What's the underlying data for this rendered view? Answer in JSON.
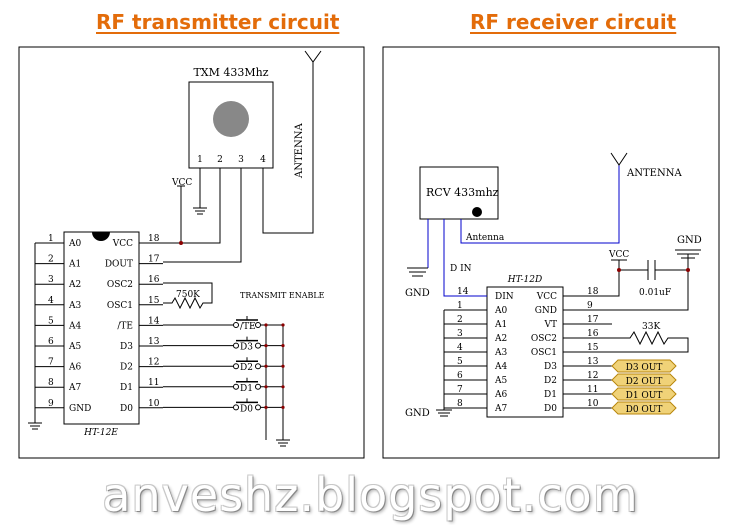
{
  "titles": {
    "transmitter": "RF transmitter circuit",
    "receiver": "RF receiver circuit"
  },
  "watermark": "anveshz.blogspot.com",
  "transmitter": {
    "module_label": "TXM 433Mhz",
    "module_pins": [
      "1",
      "2",
      "3",
      "4"
    ],
    "antenna_label": "ANTENNA",
    "vcc_label": "VCC",
    "ic_label": "HT-12E",
    "left_pins": [
      {
        "num": "1",
        "name": "A0"
      },
      {
        "num": "2",
        "name": "A1"
      },
      {
        "num": "3",
        "name": "A2"
      },
      {
        "num": "4",
        "name": "A3"
      },
      {
        "num": "5",
        "name": "A4"
      },
      {
        "num": "6",
        "name": "A5"
      },
      {
        "num": "7",
        "name": "A6"
      },
      {
        "num": "8",
        "name": "A7"
      },
      {
        "num": "9",
        "name": "GND"
      }
    ],
    "right_pins": [
      {
        "num": "18",
        "name": "VCC"
      },
      {
        "num": "17",
        "name": "DOUT"
      },
      {
        "num": "16",
        "name": "OSC2"
      },
      {
        "num": "15",
        "name": "OSC1"
      },
      {
        "num": "14",
        "name": "/TE"
      },
      {
        "num": "13",
        "name": "D3"
      },
      {
        "num": "12",
        "name": "D2"
      },
      {
        "num": "11",
        "name": "D1"
      },
      {
        "num": "10",
        "name": "D0"
      }
    ],
    "resistor_label": "750K",
    "transmit_enable_label": "TRANSMIT ENABLE",
    "switch_labels": [
      "/TE",
      "D3",
      "D2",
      "D1",
      "D0"
    ]
  },
  "receiver": {
    "module_label": "RCV 433mhz",
    "antenna_wire_label": "Antenna",
    "antenna_label": "ANTENNA",
    "gnd_label_left": "GND",
    "din_label": "D IN",
    "vcc_label": "VCC",
    "gnd_label_right": "GND",
    "capacitor_label": "0.01uF",
    "ic_label": "HT-12D",
    "left_pins": [
      {
        "num": "14",
        "name": "DIN"
      },
      {
        "num": "1",
        "name": "A0"
      },
      {
        "num": "2",
        "name": "A1"
      },
      {
        "num": "3",
        "name": "A2"
      },
      {
        "num": "4",
        "name": "A3"
      },
      {
        "num": "5",
        "name": "A4"
      },
      {
        "num": "6",
        "name": "A5"
      },
      {
        "num": "7",
        "name": "A6"
      },
      {
        "num": "8",
        "name": "A7"
      }
    ],
    "right_pins": [
      {
        "num": "18",
        "name": "VCC"
      },
      {
        "num": "9",
        "name": "GND"
      },
      {
        "num": "17",
        "name": "VT"
      },
      {
        "num": "16",
        "name": "OSC2"
      },
      {
        "num": "15",
        "name": "OSC1"
      },
      {
        "num": "13",
        "name": "D3"
      },
      {
        "num": "12",
        "name": "D2"
      },
      {
        "num": "11",
        "name": "D1"
      },
      {
        "num": "10",
        "name": "D0"
      }
    ],
    "resistor_label": "33K",
    "outputs": [
      "D3 OUT",
      "D2 OUT",
      "D1 OUT",
      "D0 OUT"
    ],
    "gnd_label_bottom": "GND"
  },
  "colors": {
    "title": "#e36c0a",
    "output_tag_fill": "#f0d278",
    "output_tag_stroke": "#b8860b",
    "line": "#000000"
  }
}
